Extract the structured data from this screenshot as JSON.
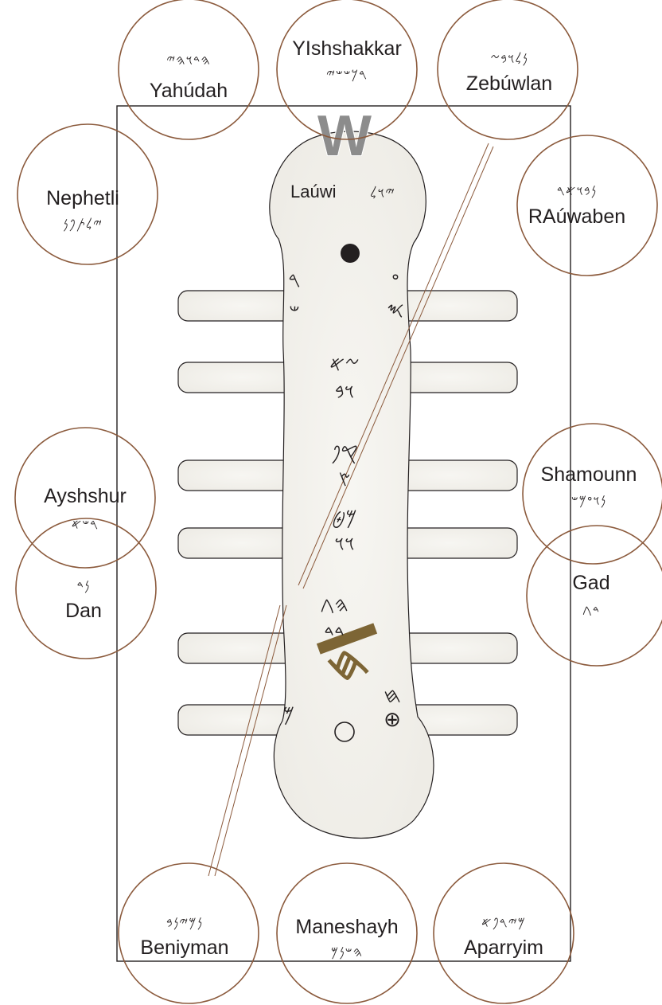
{
  "tribes": [
    {
      "name": "Yahúdah",
      "script": "𐤄𐤃𐤅𐤄𐤉"
    },
    {
      "name": "YIshshakkar",
      "script": "𐤓𐤊𐤔𐤔𐤉"
    },
    {
      "name": "Zebúwlan",
      "script": "𐤍𐤋𐤅𐤁𐤆"
    },
    {
      "name": "Nephetli",
      "script": "𐤉𐤋𐤕𐤐𐤍"
    },
    {
      "name": "RAúwaben",
      "script": "𐤍𐤁𐤅𐤀𐤓"
    },
    {
      "name": "Ayshshur",
      "script": "𐤓𐤔𐤀"
    },
    {
      "name": "Shamounn",
      "script": "𐤍𐤅𐤏𐤌𐤔"
    },
    {
      "name": "Dan",
      "script": "𐤍𐤃"
    },
    {
      "name": "Gad",
      "script": "𐤃𐤂"
    },
    {
      "name": "Beniyman",
      "script": "𐤍𐤌𐤉𐤍𐤁"
    },
    {
      "name": "Maneshayh",
      "script": "𐤄𐤔𐤍𐤌"
    },
    {
      "name": "Aparryim",
      "script": "𐤌𐤉𐤓𐤐𐤀"
    }
  ],
  "center": {
    "name": "Laúwi",
    "script": "𐤉𐤅𐤋"
  },
  "markers": {
    "top": "W",
    "bottom": "𐤇"
  },
  "side_glyphs": {
    "left_upper": [
      "𐤓",
      "𐤔"
    ],
    "right_upper": [
      "𐤏",
      "𐤎"
    ],
    "left_lower": "𐤌",
    "right_lower": [
      "𐤇",
      "⊕"
    ]
  },
  "pairs": [
    [
      "𐤆𐤀",
      "𐤅𐤁"
    ],
    [
      "𐤒𐤐",
      "𐤑"
    ],
    [
      "𐤌𐤈",
      "𐤅𐤅"
    ],
    [
      "𐤄𐤂",
      "𐤃𐤃"
    ]
  ],
  "colors": {
    "circle": "#8b5a3c",
    "body_fill": "#f4f2ee",
    "top_mark": "#8c8c8c",
    "bottom_mark": "#7d6535"
  }
}
